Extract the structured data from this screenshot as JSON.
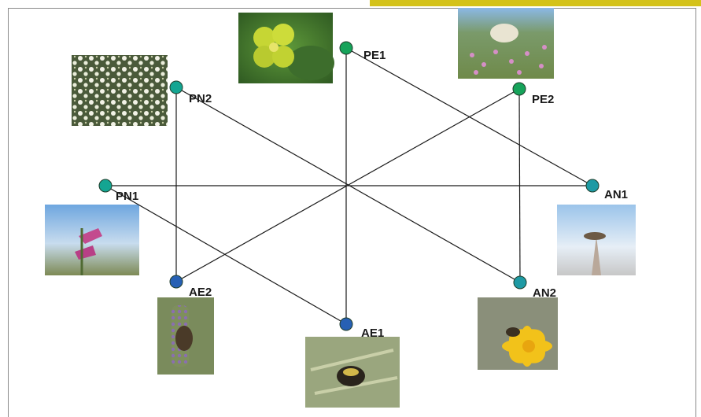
{
  "colors": {
    "accent": "#d4c21a",
    "edge": "#1a1a1a",
    "node_outline": "#1f3d2a",
    "pollinator_entomophilous": "#16a35a",
    "pollinator_generalist": "#14a592",
    "anemophilous": "#1e9aa4",
    "apoid": "#2760b4"
  },
  "nodes": [
    {
      "id": "PE1",
      "label": "PE1",
      "group": "pollinator_entomophilous",
      "photo": "yellow-flower-photo"
    },
    {
      "id": "PE2",
      "label": "PE2",
      "group": "pollinator_entomophilous",
      "photo": "pink-meadow-photo"
    },
    {
      "id": "PN2",
      "label": "PN2",
      "group": "pollinator_generalist",
      "photo": "white-flowers-photo"
    },
    {
      "id": "PN1",
      "label": "PN1",
      "group": "pollinator_generalist",
      "photo": "pink-bell-flower-photo"
    },
    {
      "id": "AN1",
      "label": "AN1",
      "group": "anemophilous",
      "photo": "insect-on-stem-photo"
    },
    {
      "id": "AN2",
      "label": "AN2",
      "group": "anemophilous",
      "photo": "bee-on-yellow-flower-photo"
    },
    {
      "id": "AE2",
      "label": "AE2",
      "group": "apoid",
      "photo": "bee-on-lavender-photo"
    },
    {
      "id": "AE1",
      "label": "AE1",
      "group": "apoid",
      "photo": "bumblebee-photo"
    }
  ],
  "edges": [
    [
      "PE1",
      "AE1"
    ],
    [
      "PE1",
      "AN1"
    ],
    [
      "PE2",
      "AE2"
    ],
    [
      "PE2",
      "AN2"
    ],
    [
      "PN2",
      "AE2"
    ],
    [
      "PN2",
      "AN2"
    ],
    [
      "PN1",
      "AN1"
    ],
    [
      "PN1",
      "AE1"
    ]
  ]
}
